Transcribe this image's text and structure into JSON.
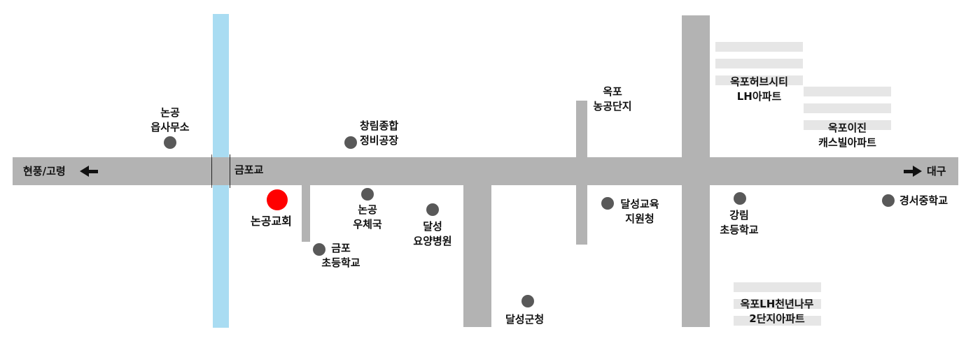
{
  "directions": {
    "west": "현풍/고령",
    "east": "대구"
  },
  "bridge": "금포교",
  "church": "논공교회",
  "pois": {
    "nongong_office": [
      "논공",
      "읍사무소"
    ],
    "changrim": [
      "창림종합",
      "정비공장"
    ],
    "okpo_farm": [
      "옥포",
      "농공단지"
    ],
    "nongong_post": [
      "논공",
      "우체국"
    ],
    "dalseong_nursing": [
      "달성",
      "요양병원"
    ],
    "geumpo_school": [
      "금포",
      "초등학교"
    ],
    "dalseong_edu": [
      "달성교육",
      "지원청"
    ],
    "dalseong_office": [
      "달성군청"
    ],
    "gangrim_school": [
      "강림",
      "초등학교"
    ],
    "gyeongseo_school": [
      "경서중학교"
    ]
  },
  "apartments": {
    "hubcity": [
      "옥포허브시티",
      "LH아파트"
    ],
    "easyjin": [
      "옥포이진",
      "캐스빌아파트"
    ],
    "cheonnyeon": [
      "옥포LH천년나무",
      "2단지아파트"
    ]
  }
}
